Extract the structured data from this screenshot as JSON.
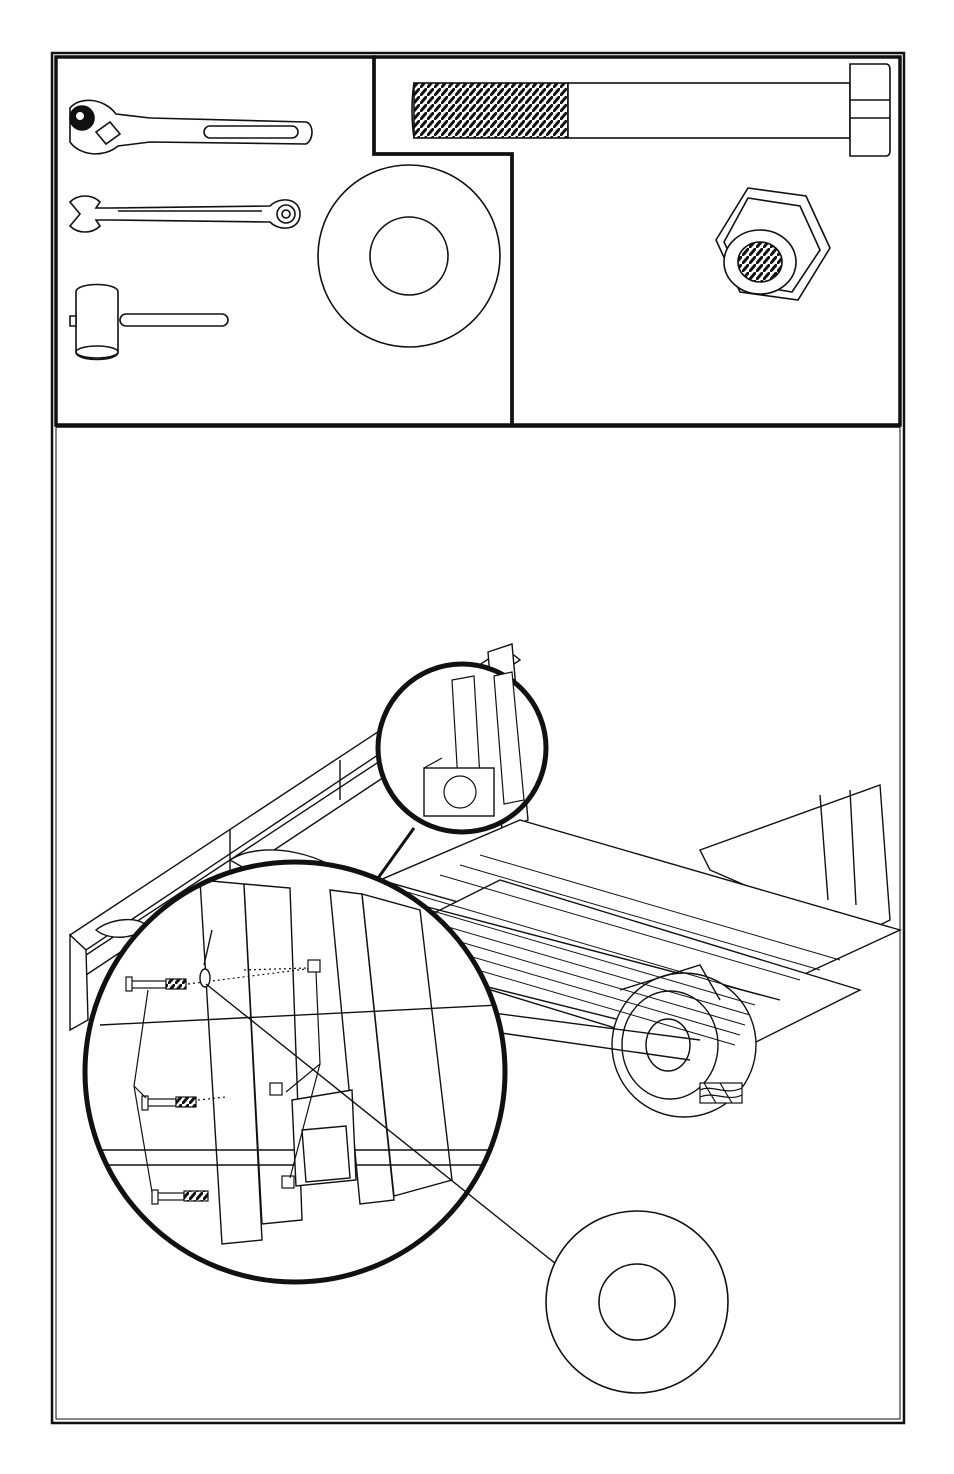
{
  "page": {
    "kind": "assembly-instruction-illustration",
    "background": "#ffffff",
    "line_color": "#1a1a1a"
  },
  "tools_panel": {
    "items": [
      {
        "icon": "ratchet-wrench-icon"
      },
      {
        "icon": "combination-wrench-icon"
      },
      {
        "icon": "rubber-mallet-icon"
      },
      {
        "icon": "flat-washer-icon"
      }
    ]
  },
  "hardware_panel": {
    "items": [
      {
        "icon": "hex-bolt-icon"
      },
      {
        "icon": "lock-nut-icon"
      }
    ]
  },
  "main_illustration": {
    "subject": "trailer-frame",
    "callouts": [
      {
        "icon": "detail-magnifier-circle"
      },
      {
        "icon": "washer-callout-circle"
      },
      {
        "icon": "wood-block-icon"
      }
    ]
  }
}
